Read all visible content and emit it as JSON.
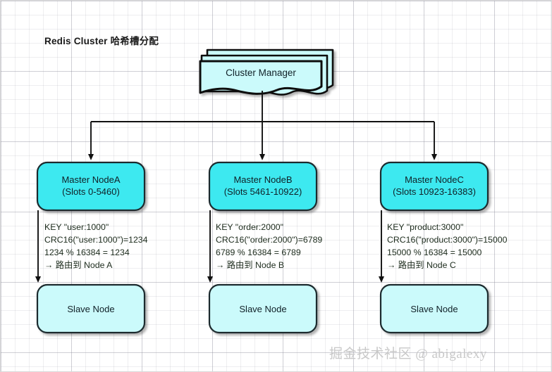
{
  "diagram": {
    "title": "Redis Cluster 哈希槽分配",
    "watermark": "掘金技术社区 @ abigalexy",
    "colors": {
      "master_fill": "#3ce9f0",
      "slave_fill": "#cbfafb",
      "manager_fill": "#cbfafb",
      "stroke": "#1a1a1a",
      "text": "#102027",
      "grid": "#e8e8ec"
    },
    "cluster_manager": {
      "label": "Cluster Manager",
      "shape": "stacked-document"
    },
    "masters": [
      {
        "name": "Master NodeA",
        "slots": "(Slots 0-5460)"
      },
      {
        "name": "Master NodeB",
        "slots": "(Slots 5461-10922)"
      },
      {
        "name": "Master NodeC",
        "slots": "(Slots 10923-16383)"
      }
    ],
    "calculations": [
      {
        "line1": "KEY \"user:1000\"",
        "line2": "CRC16(\"user:1000\")=1234",
        "line3": "1234 % 16384 = 1234",
        "line4": "→ 路由到 Node A"
      },
      {
        "line1": "KEY \"order:2000\"",
        "line2": "CRC16(\"order:2000\")=6789",
        "line3": "6789 % 16384 = 6789",
        "line4": "→ 路由到 Node B"
      },
      {
        "line1": "KEY \"product:3000\"",
        "line2": "CRC16(\"product:3000\")=15000",
        "line3": "15000 % 16384 = 15000",
        "line4": "→ 路由到 Node C"
      }
    ],
    "slaves": [
      {
        "label": "Slave Node"
      },
      {
        "label": "Slave Node"
      },
      {
        "label": "Slave Node"
      }
    ]
  }
}
